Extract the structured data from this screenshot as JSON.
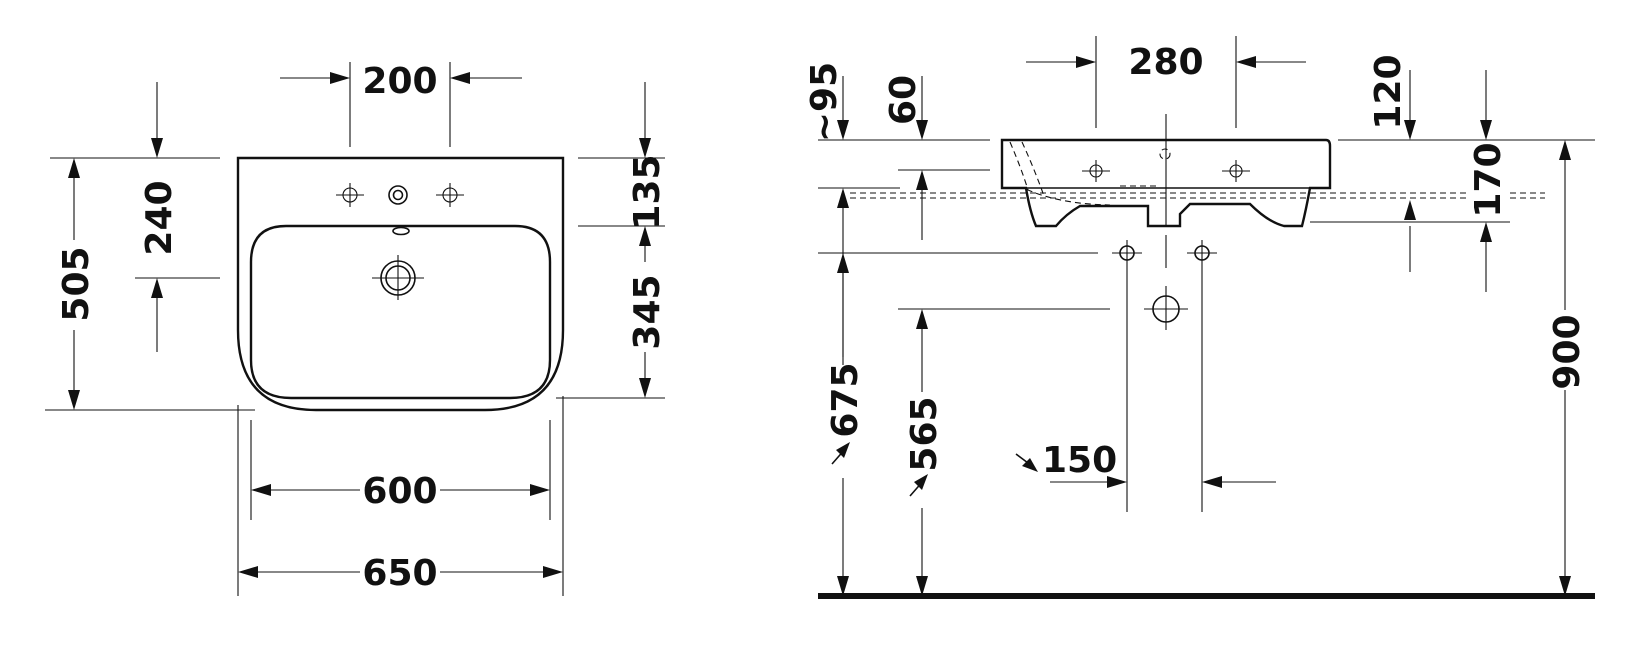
{
  "front_view": {
    "dims": {
      "hole_spacing": "200",
      "top_to_tap": "240",
      "depth": "505",
      "rim_band": "135",
      "bowl_depth": "345",
      "inner_width": "600",
      "overall_width": "650"
    }
  },
  "side_view": {
    "dims": {
      "waste_spacing": "280",
      "overflow_drop": "~95",
      "rim_drop": "60",
      "rim_to_tap": "120",
      "bowl_height": "170",
      "mount_height": "675",
      "waste_height": "565",
      "trap_spacing": "150",
      "floor_to_rim": "900"
    }
  }
}
